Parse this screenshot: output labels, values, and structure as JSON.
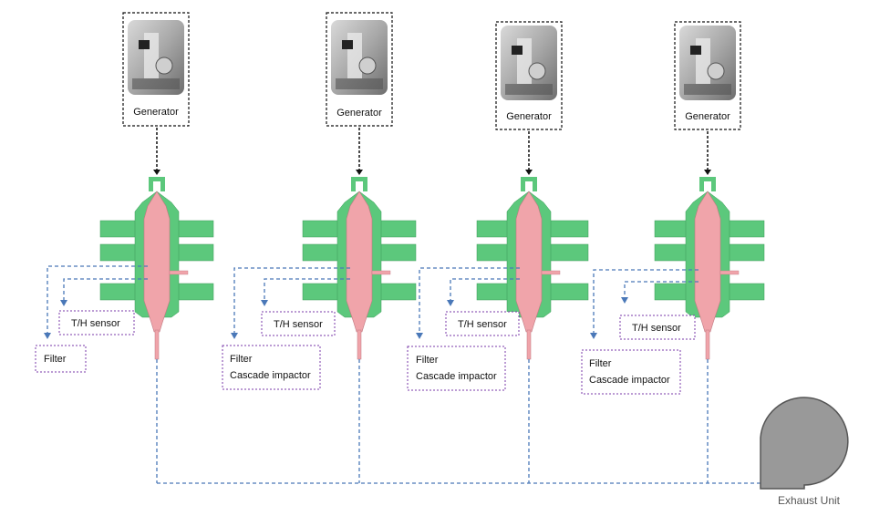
{
  "generator_label": "Generator",
  "th_sensor_label": "T/H sensor",
  "filter_label": "Filter",
  "cascade_label": "Cascade impactor",
  "exhaust_label": "Exhaust Unit",
  "units": [
    {
      "id": 1,
      "outputs": [
        "Filter"
      ]
    },
    {
      "id": 2,
      "outputs": [
        "Filter",
        "Cascade impactor"
      ]
    },
    {
      "id": 3,
      "outputs": [
        "Filter",
        "Cascade impactor"
      ]
    },
    {
      "id": 4,
      "outputs": [
        "Filter",
        "Cascade impactor"
      ]
    }
  ],
  "colors": {
    "chamber_green": "#5cc87c",
    "chamber_pink": "#f0a4aa",
    "dashed_blue": "#4a78b8",
    "box_border_purple": "#7a3aa8",
    "exhaust_gray": "#999999"
  }
}
